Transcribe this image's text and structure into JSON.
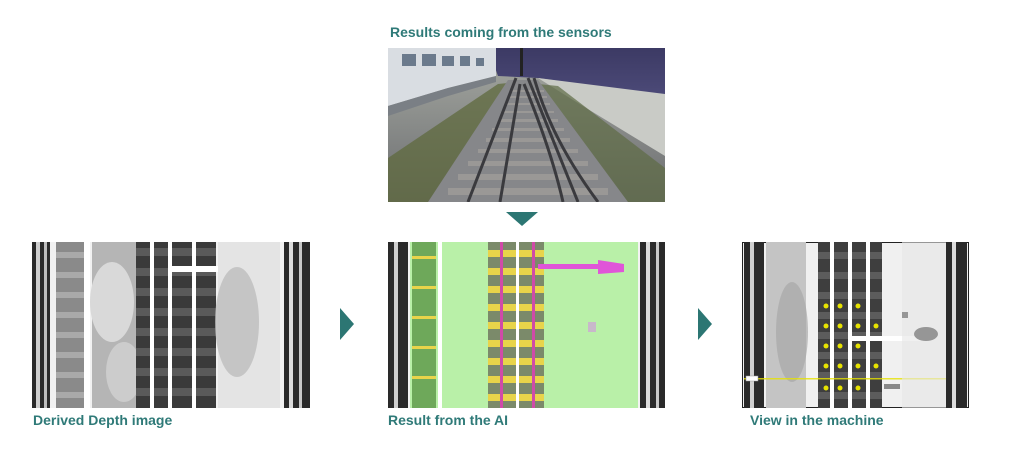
{
  "labels": {
    "top": "Results coming from the sensors",
    "depth": "Derived Depth image",
    "ai": "Result from the AI",
    "machine": "View in the machine"
  },
  "colors": {
    "accent": "#2c7673",
    "label_text": "#2f7a78",
    "ai_overlay_green": "#b9f0a8",
    "ai_sleeper_yellow": "#e8d44a",
    "ai_rail_pink": "#e055d8"
  },
  "icons": {
    "flow_down": "triangle-down-icon",
    "flow_right": "triangle-right-icon"
  }
}
